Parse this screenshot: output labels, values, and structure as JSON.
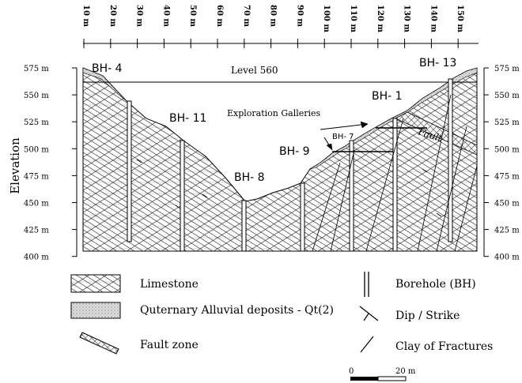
{
  "top_axis": {
    "labels": [
      "10 m",
      "20 m",
      "30 m",
      "40 m",
      "50 m",
      "60 m",
      "70 m",
      "80 m",
      "90 m",
      "100 m",
      "110 m",
      "120 m",
      "130 m",
      "140 m",
      "150 m"
    ]
  },
  "left_axis": {
    "title": "Elevation",
    "labels": [
      "575 m",
      "550 m",
      "525 m",
      "500 m",
      "475 m",
      "450 m",
      "425 m",
      "400 m"
    ]
  },
  "right_axis": {
    "labels": [
      "575 m",
      "550 m",
      "525 m",
      "500 m",
      "475 m",
      "450 m",
      "425 m",
      "400 m"
    ]
  },
  "section": {
    "level_label": "Level 560",
    "boreholes": [
      "BH- 4",
      "BH- 11",
      "BH- 8",
      "BH- 9",
      "BH- 7",
      "BH- 1",
      "BH- 13"
    ],
    "galleries_label": "Exploration Galleries",
    "fault_label": "Fault"
  },
  "legend": {
    "limestone": "Limestone",
    "alluvial": "Quternary Alluvial deposits - Qt(2)",
    "fault_zone": "Fault zone",
    "borehole": "Borehole (BH)",
    "dip_strike": "Dip / Strike",
    "clay": "Clay of Fractures"
  },
  "scale": {
    "start": "0",
    "end": "20 m"
  }
}
